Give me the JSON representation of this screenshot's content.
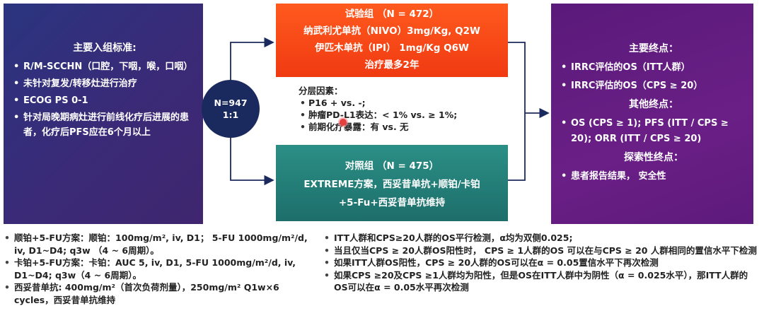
{
  "inclusion": {
    "title": "主要入组标准:",
    "items": [
      "R/M-SCCHN（口腔，下咽，喉，口咽）",
      "未针对复发/转移灶进行治疗",
      "ECOG PS 0-1",
      "针对局晚期病灶进行前线化疗后进展的患者，化疗后PFS应在6个月以上"
    ]
  },
  "randomization": {
    "n": "N=947",
    "ratio": "1:1"
  },
  "trial_arm": {
    "title": "试验组 （N = 472）",
    "drug1": "纳武利尤单抗（NIVO）3mg/Kg, Q2W",
    "drug2": "伊匹木单抗（IPI） 1mg/Kg Q6W",
    "note": "治疗最多2年"
  },
  "stratification": {
    "title": "分层因素：",
    "items": [
      "P16 + vs. -;",
      "肿瘤PD-L1表达：< 1% vs. ≥ 1%;",
      "前期化疗暴露：有 vs. 无"
    ]
  },
  "control_arm": {
    "title": "对照组 （N = 475）",
    "line1": "EXTREME方案，西妥昔单抗+顺铂/卡铂",
    "line2": "+5-Fu+西妥昔单抗维持"
  },
  "endpoints": {
    "primary_title": "主要终点：",
    "primary": [
      "IRRC评估的OS（ITT人群）",
      "IRRC评估的OS（CPS ≥ 20）"
    ],
    "other_title": "其他终点：",
    "other": [
      "OS (CPS ≥ 1); PFS (ITT / CPS ≥ 20); ORR (ITT / CPS ≥ 20)"
    ],
    "exploratory_title": "探索性终点：",
    "exploratory": [
      "患者报告结果， 安全性"
    ]
  },
  "footnotes_left": [
    "顺铂+5-FU方案：顺铂：100mg/m², iv, D1； 5-FU 1000mg/m²/d, iv, D1~D4; q3w （4 ~ 6周期）。",
    "卡铂+5-FU方案：卡铂：AUC 5, iv, D1, 5-FU 1000mg/m²/d, iv, D1~D4; q3w（4 ~ 6周期）。",
    "西妥昔单抗: 400mg/m²（首次负荷剂量），250mg/m² Q1w×6 cycles，西妥昔单抗维持"
  ],
  "footnotes_right": [
    "ITT人群和CPS≥20人群的OS平行检测，α均为双侧0.025;",
    "当且仅当CPS ≥ 20人群OS阳性时， CPS ≥ 1人群的OS 可以在与CPS ≥ 20 人群相同的置信水平下检测",
    "如果ITT人群OS阳性，CPS ≥ 20人群的OS可以在α = 0.05置信水平下再次检测",
    "如果CPS ≥20及CPS ≥1人群均为阳性，但是OS在ITT人群中为阴性（α = 0.025水平），那ITT人群的OS可以在α = 0.05水平再次检测"
  ],
  "colors": {
    "left_box": "#2f2f7a",
    "trial_box": "#f44a18",
    "control_box": "#237b76",
    "right_box": "#631c81",
    "circle": "#1b2a5e"
  }
}
